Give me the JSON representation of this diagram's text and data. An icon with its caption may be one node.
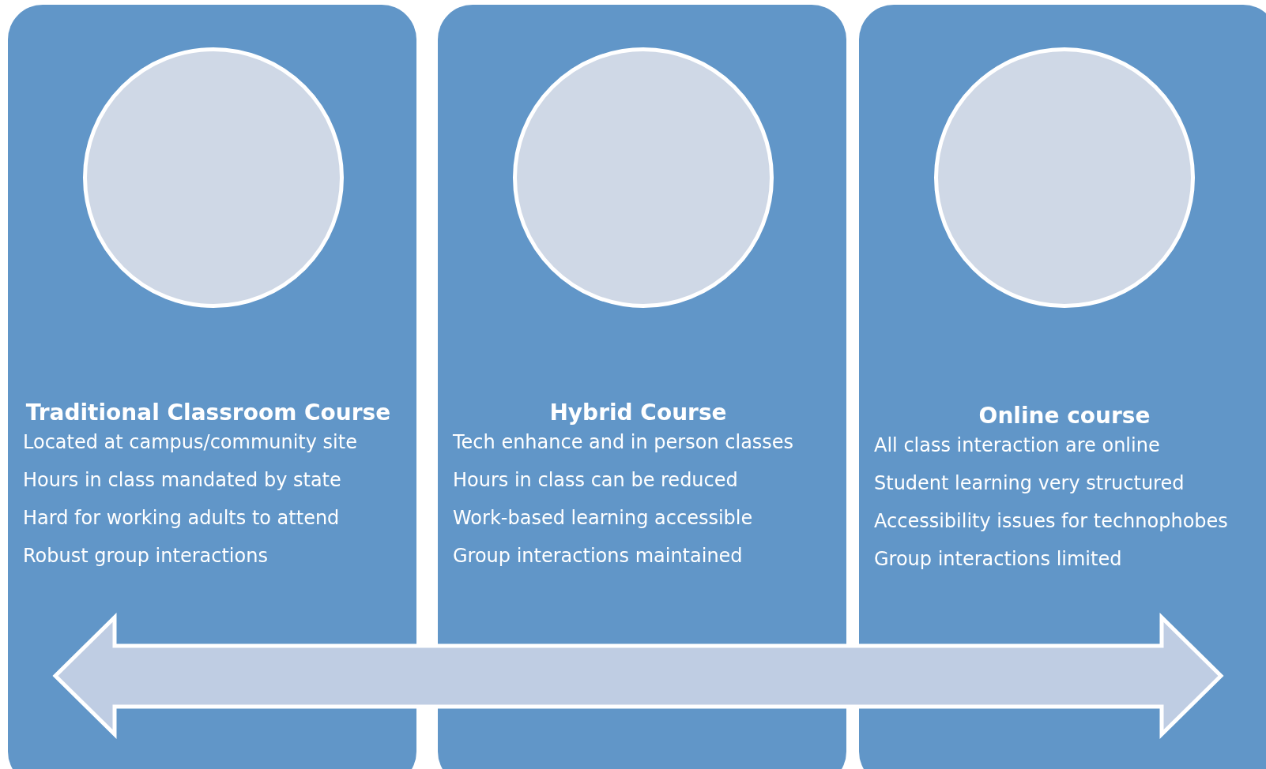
{
  "diagram": {
    "nodes": [
      {
        "text": [
          "Traditional Classroom Course",
          "Located at campus/community site",
          "Hours in class mandated by state",
          "Hard for working adults to attend",
          "Robust group interactions"
        ]
      },
      {
        "text": [],
        "shape": "circle",
        "in": 0
      },
      {
        "text": [
          "Hybrid Course",
          "Tech enhance and in person classes",
          "Hours in class can be reduced",
          "Work-based learning accessible",
          "Group interactions maintained"
        ]
      },
      {
        "text": [],
        "shape": "circle",
        "in": 2
      },
      {
        "text": [
          "Online course",
          "All class interaction are online",
          "Student learning very structured",
          "Accessibility issues for technophobes",
          "Group interactions limited"
        ]
      },
      {
        "text": [],
        "shape": "circle",
        "in": 4
      }
    ],
    "edges": []
  }
}
